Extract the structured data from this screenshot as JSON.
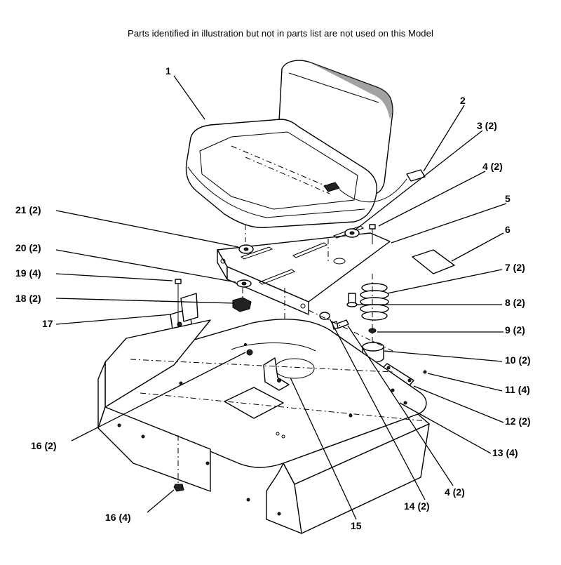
{
  "header": {
    "note": "Parts identified in illustration but not in parts list are not used on this Model"
  },
  "callouts": [
    {
      "id": "1",
      "text": "1"
    },
    {
      "id": "2",
      "text": "2"
    },
    {
      "id": "3",
      "text": "3 (2)"
    },
    {
      "id": "4a",
      "text": "4 (2)"
    },
    {
      "id": "5",
      "text": "5"
    },
    {
      "id": "6",
      "text": "6"
    },
    {
      "id": "7",
      "text": "7 (2)"
    },
    {
      "id": "8",
      "text": "8 (2)"
    },
    {
      "id": "9",
      "text": "9 (2)"
    },
    {
      "id": "10",
      "text": "10 (2)"
    },
    {
      "id": "11",
      "text": "11 (4)"
    },
    {
      "id": "12",
      "text": "12 (2)"
    },
    {
      "id": "13",
      "text": "13 (4)"
    },
    {
      "id": "4b",
      "text": "4 (2)"
    },
    {
      "id": "14",
      "text": "14 (2)"
    },
    {
      "id": "15",
      "text": "15"
    },
    {
      "id": "16a",
      "text": "16 (2)"
    },
    {
      "id": "16b",
      "text": "16 (4)"
    },
    {
      "id": "17",
      "text": "17"
    },
    {
      "id": "18",
      "text": "18 (2)"
    },
    {
      "id": "19",
      "text": "19 (4)"
    },
    {
      "id": "20",
      "text": "20 (2)"
    },
    {
      "id": "21",
      "text": "21 (2)"
    }
  ]
}
